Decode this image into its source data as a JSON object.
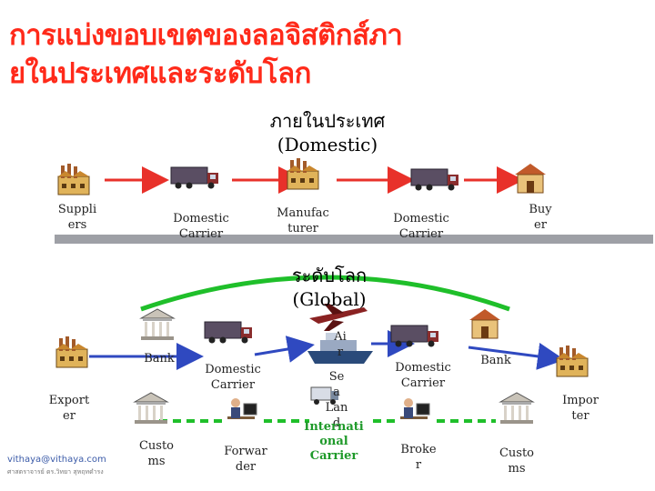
{
  "title": "การแบ่งขอบเขตของลอจิสติกส์ภา\nยในประเทศและระดับโลก",
  "domestic_heading": "ภายในประเทศ\n(Domestic)",
  "global_heading": "ระดับโลก\n(Global)",
  "domestic_chain": {
    "suppliers": "Suppli\ners",
    "carrier_1": "Domestic\nCarrier",
    "manufacturer": "Manufac\nturer",
    "carrier_2": "Domestic\nCarrier",
    "buyer": "Buy\ner"
  },
  "global_chain": {
    "exporter": "Export\ner",
    "bank_left": "Bank",
    "customs_left": "Custo\nms",
    "domestic_carrier_left": "Domestic\nCarrier",
    "forwarder": "Forwar\nder",
    "air": "Ai\nr",
    "sea": "Se\na",
    "land": "Lan\nd",
    "international_carrier": "Internati\nonal\nCarrier",
    "domestic_carrier_right": "Domestic\nCarrier",
    "broker": "Broke\nr",
    "bank_right": "Bank",
    "customs_right": "Custo\nms",
    "importer": "Impor\nter"
  },
  "logo": {
    "text": "vithaya@vithaya.com",
    "subtext": "ศาสตราจารย์ ดร.วิทยา สุหฤทดำรง"
  },
  "colors": {
    "title": "#ff2a1a",
    "arrow_red": "#e8312a",
    "arrow_blue": "#2f49c0",
    "arrow_green": "#1fbf2a",
    "international_label": "#1f9a2a"
  }
}
